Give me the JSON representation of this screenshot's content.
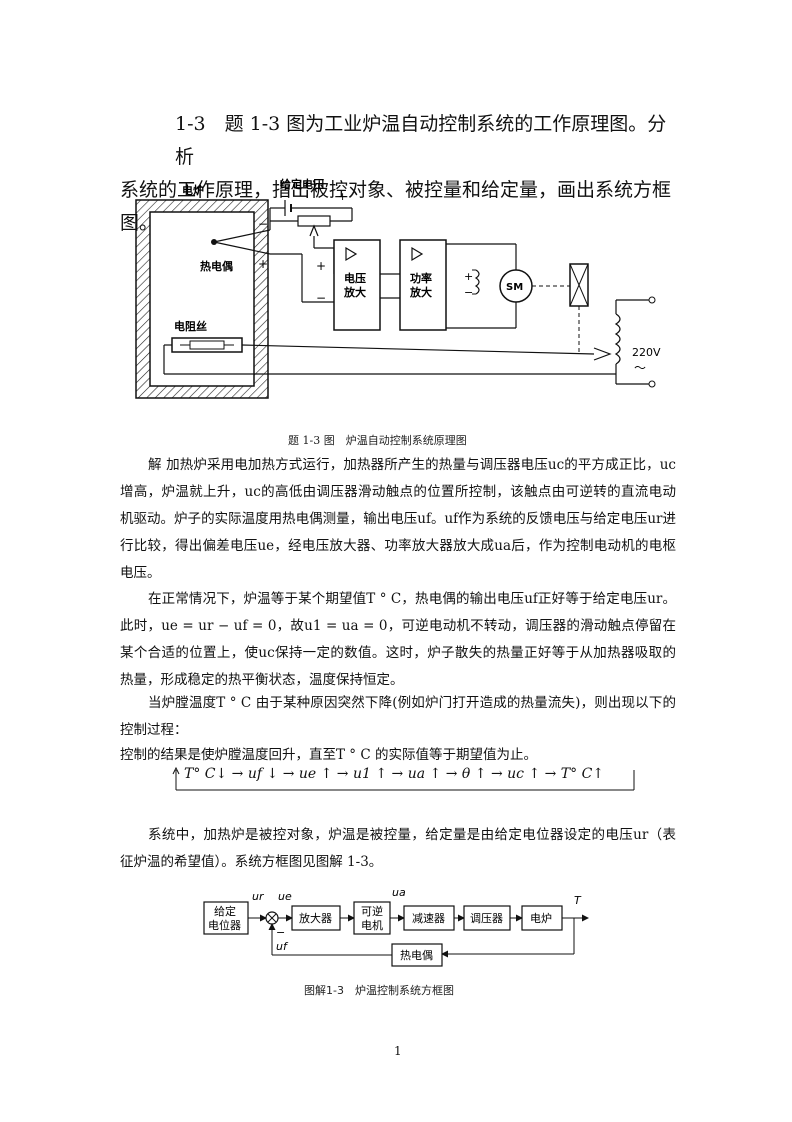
{
  "heading": {
    "line1": "1-3　题 1-3 图为工业炉温自动控制系统的工作原理图。分析",
    "line2": "系统的工作原理，指出被控对象、被控量和给定量，画出系统方框图。"
  },
  "figure1": {
    "labels": {
      "furnace": "电炉",
      "setpoint": "给定电压",
      "minus1": "−",
      "plus1": "+",
      "thermocouple": "热电偶",
      "tc_minus": "−",
      "tc_plus": "+",
      "amp_plus": "+",
      "amp_minus": "−",
      "voltage_amp": "电压\n放大",
      "power_amp": "功率\n放大",
      "motor": "SM",
      "field_plus": "+",
      "field_minus": "−",
      "heater": "电阻丝",
      "supply": "220V",
      "tilde": "～"
    },
    "caption": "题 1-3 图　炉温自动控制系统原理图"
  },
  "solution": {
    "p1": "解  加热炉采用电加热方式运行，加热器所产生的热量与调压器电压uc的平方成正比，uc增高，炉温就上升，uc的高低由调压器滑动触点的位置所控制，该触点由可逆转的直流电动机驱动。炉子的实际温度用热电偶测量，输出电压uf。uf作为系统的反馈电压与给定电压ur进行比较，得出偏差电压ue，经电压放大器、功率放大器放大成ua后，作为控制电动机的电枢电压。",
    "p2": "在正常情况下，炉温等于某个期望值T ° C，热电偶的输出电压uf正好等于给定电压ur。此时，ue = ur − uf = 0，故u1 = ua = 0，可逆电动机不转动，调压器的滑动触点停留在某个合适的位置上，使uc保持一定的数值。这时，炉子散失的热量正好等于从加热器吸取的热量，形成稳定的热平衡状态，温度保持恒定。",
    "p3": "当炉膛温度T ° C 由于某种原因突然下降(例如炉门打开造成的热量流失)，则出现以下的控制过程：",
    "p4": "控制的结果是使炉膛温度回升，直至T ° C 的实际值等于期望值为止。",
    "chain": "T° C↓ → uf ↓ → ue ↑ → u1 ↑ → ua ↑ → θ ↑ → uc ↑ → T° C↑",
    "p5": "系统中，加热炉是被控对象，炉温是被控量，给定量是由给定电位器设定的电压ur（表征炉温的希望值）。系统方框图见图解 1-3。"
  },
  "figure2": {
    "blocks": [
      "给定\n电位器",
      "放大器",
      "可逆\n电机",
      "减速器",
      "调压器",
      "电炉",
      "热电偶"
    ],
    "signals": {
      "ur": "ur",
      "ue": "ue",
      "ua": "ua",
      "uf": "uf",
      "T": "T",
      "minus": "−"
    },
    "caption": "图解1-3　炉温控制系统方框图"
  },
  "page_number": "1"
}
